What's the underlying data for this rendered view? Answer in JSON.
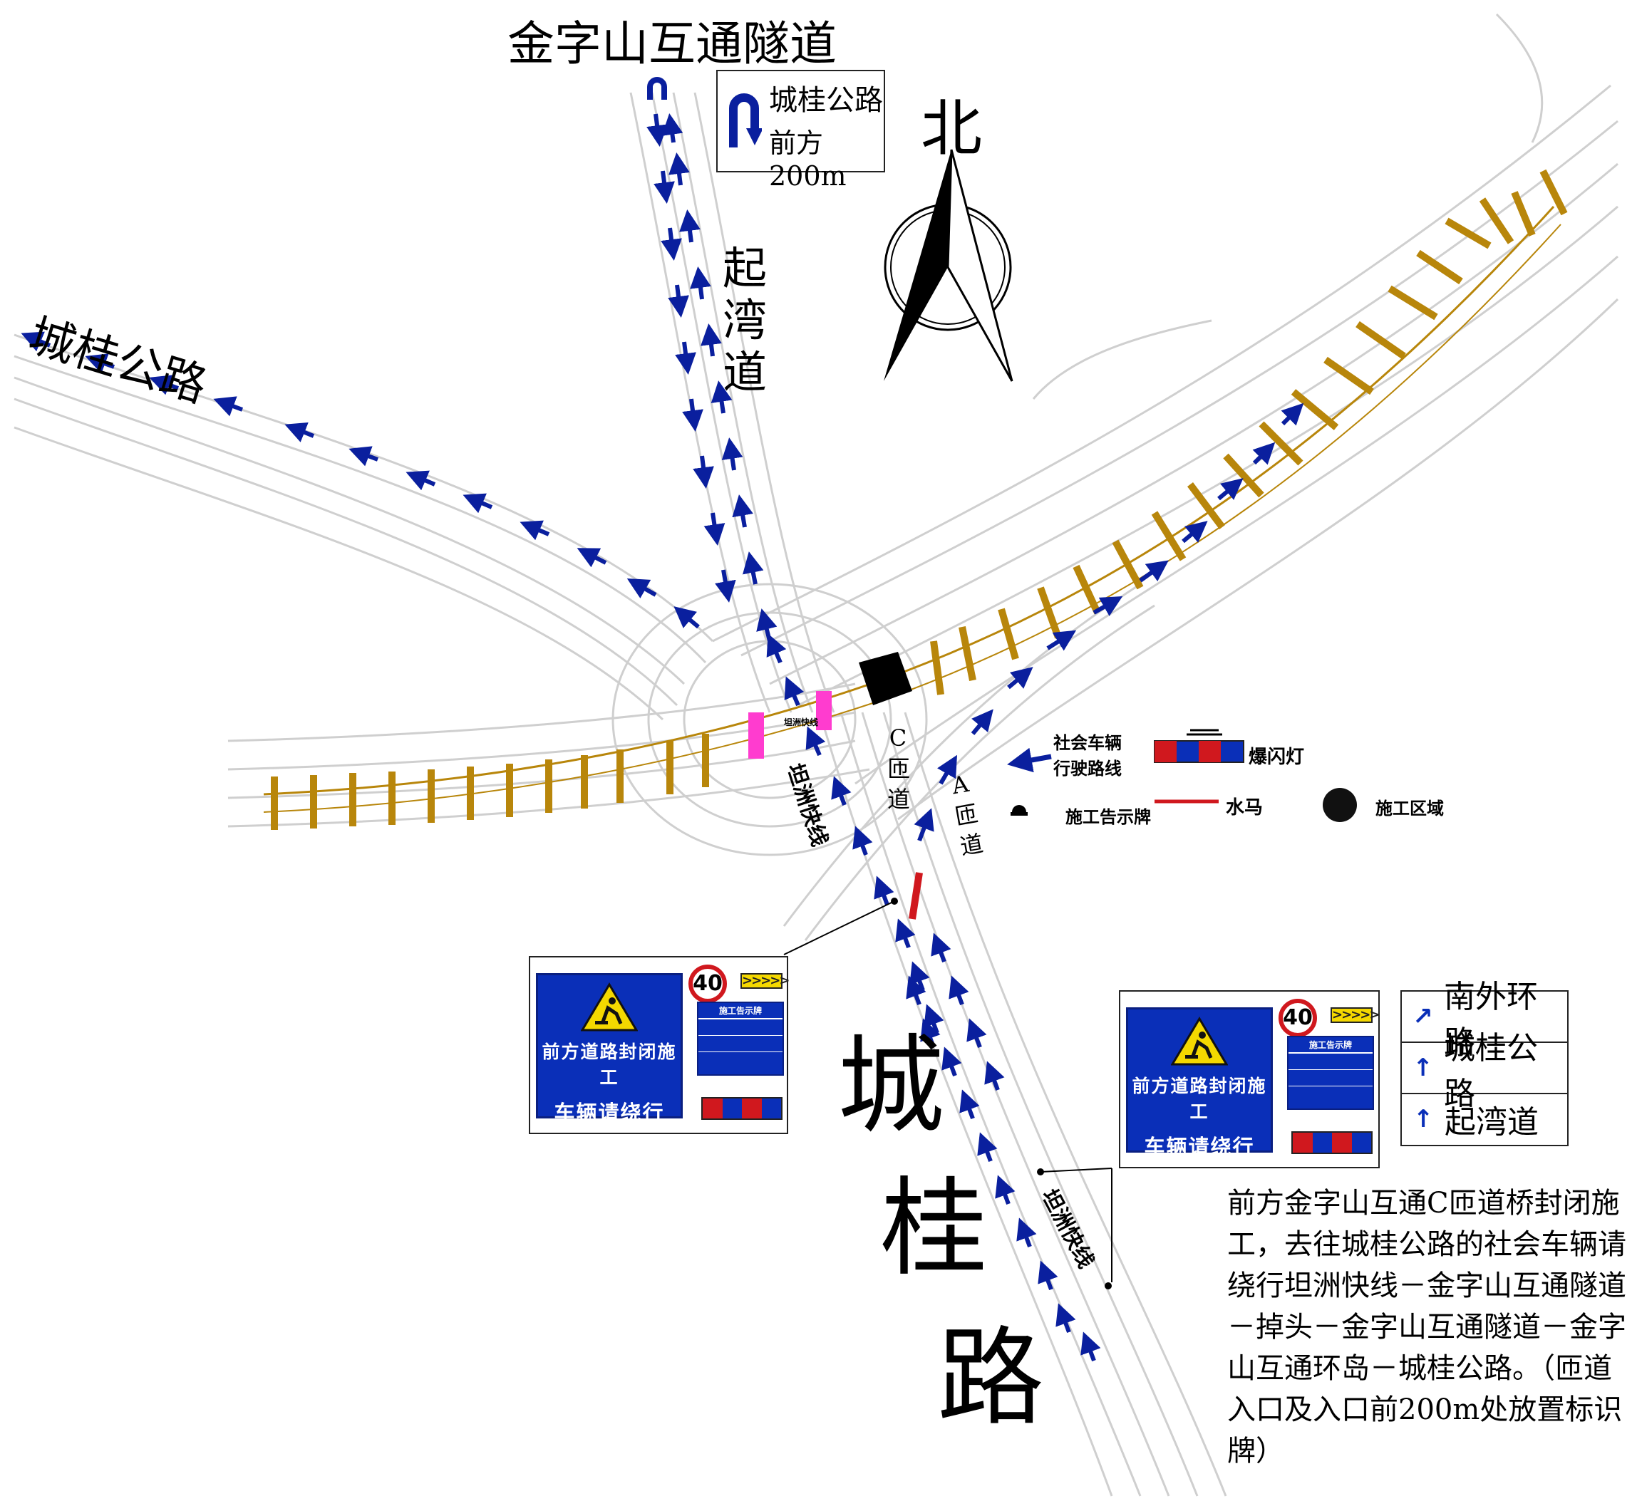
{
  "labels": {
    "tunnel": "金字山互通隧道",
    "uturn_sign_line1": "城桂公路",
    "uturn_sign_line2": "前方200m",
    "north": "北",
    "qiwan": "起湾道",
    "chenggui_nw": "城桂公路",
    "chenggui_s": "城桂路",
    "tanzhou_upper": "坦洲快线",
    "tanzhou_small": "坦洲快线",
    "tanzhou_lower": "坦洲快线",
    "ramp_c": "C匝道",
    "ramp_a": "A匝道"
  },
  "legend": {
    "route": "社会车辆行驶路线",
    "strobe": "爆闪灯",
    "notice_board": "施工告示牌",
    "water_barrier": "水马",
    "work_zone": "施工区域"
  },
  "signs": {
    "main_line1": "前方道路封闭施工",
    "main_line2": "车辆请绕行",
    "speed_limit": "40",
    "chevron": ">>>>>",
    "notice_title": "施工告示牌"
  },
  "destinations": [
    {
      "arrow": "↗",
      "label": "南外环路"
    },
    {
      "arrow": "↑",
      "label": "城桂公路"
    },
    {
      "arrow": "↑",
      "label": "起湾道"
    }
  ],
  "description": "前方金字山互通C匝道桥封闭施工，去往城桂公路的社会车辆请绕行坦洲快线－金字山互通隧道－掉头－金字山互通隧道－金字山互通环岛－城桂公路。（匝道入口及入口前200m处放置标识牌）",
  "colors": {
    "route_arrow": "#0a1f9e",
    "bridge": "#b8860b",
    "road_lines": "#cfcfcf",
    "sign_blue": "#0a2fb8",
    "barrier_red": "#d0181e",
    "strobe_pink": "#ff3ccf",
    "work_zone": "#000000"
  }
}
